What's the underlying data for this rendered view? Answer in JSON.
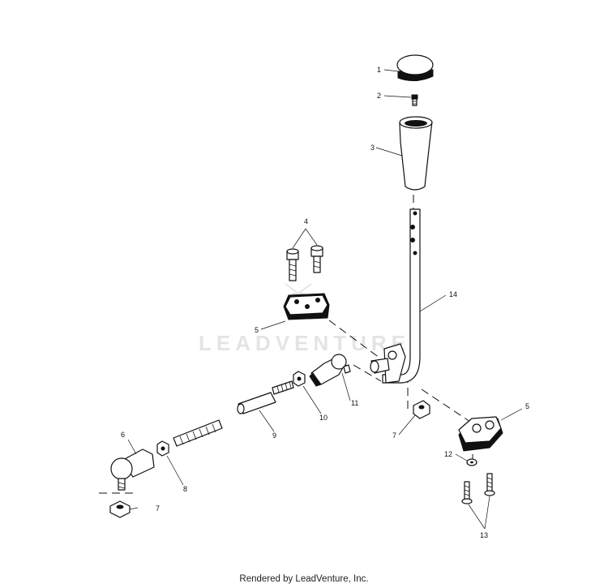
{
  "watermark": "LEADVENTURE",
  "footer": "Rendered by LeadVenture, Inc.",
  "callouts": {
    "c1": "1",
    "c2": "2",
    "c3": "3",
    "c4": "4",
    "c5a": "5",
    "c5b": "5",
    "c6": "6",
    "c7a": "7",
    "c7b": "7",
    "c8": "8",
    "c9": "9",
    "c10": "10",
    "c11": "11",
    "c12": "12",
    "c13": "13",
    "c14": "14"
  }
}
